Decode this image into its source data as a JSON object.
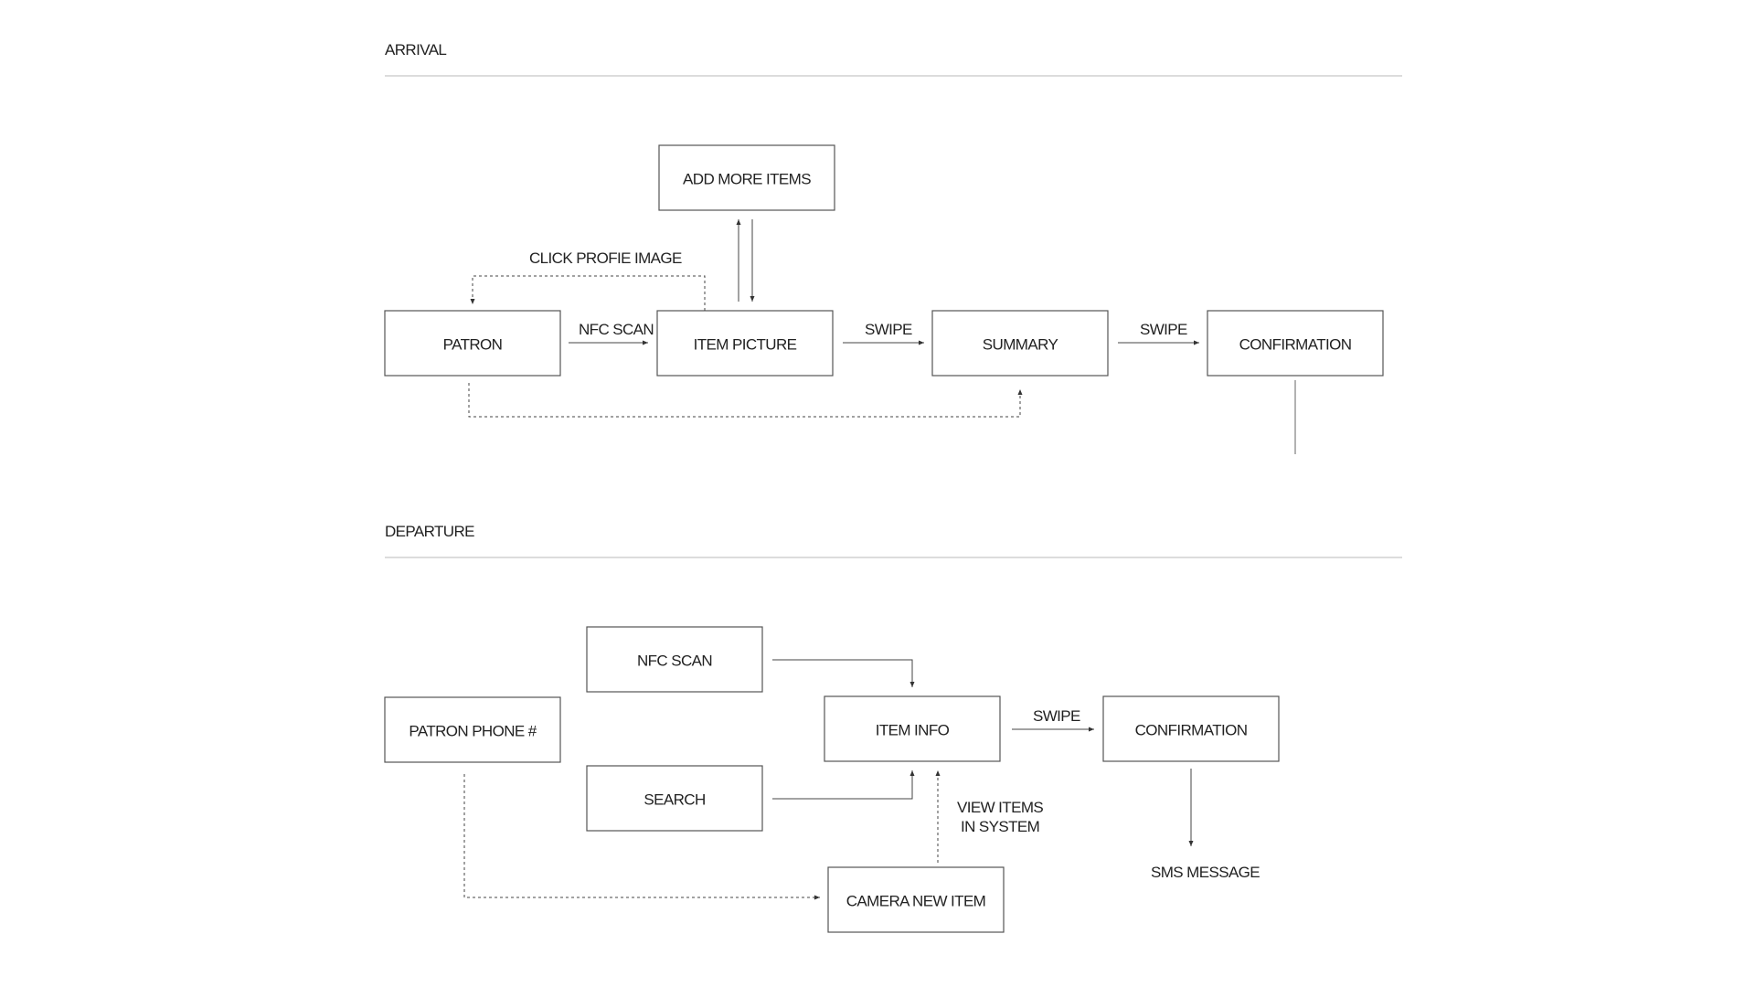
{
  "arrival": {
    "title": "ARRIVAL",
    "nodes": {
      "add_more_items": "ADD MORE ITEMS",
      "patron": "PATRON",
      "item_picture": "ITEM PICTURE",
      "summary": "SUMMARY",
      "confirmation": "CONFIRMATION"
    },
    "edge_labels": {
      "click_profile_image": "CLICK PROFIE IMAGE",
      "nfc_scan": "NFC SCAN",
      "swipe_1": "SWIPE",
      "swipe_2": "SWIPE"
    }
  },
  "departure": {
    "title": "DEPARTURE",
    "nodes": {
      "nfc_scan": "NFC SCAN",
      "patron_phone": "PATRON PHONE #",
      "item_info": "ITEM INFO",
      "confirmation": "CONFIRMATION",
      "search": "SEARCH",
      "camera_new_item": "CAMERA NEW ITEM"
    },
    "edge_labels": {
      "swipe": "SWIPE",
      "view_items_line1": "VIEW ITEMS",
      "view_items_line2": "IN SYSTEM",
      "sms_message": "SMS MESSAGE"
    }
  }
}
